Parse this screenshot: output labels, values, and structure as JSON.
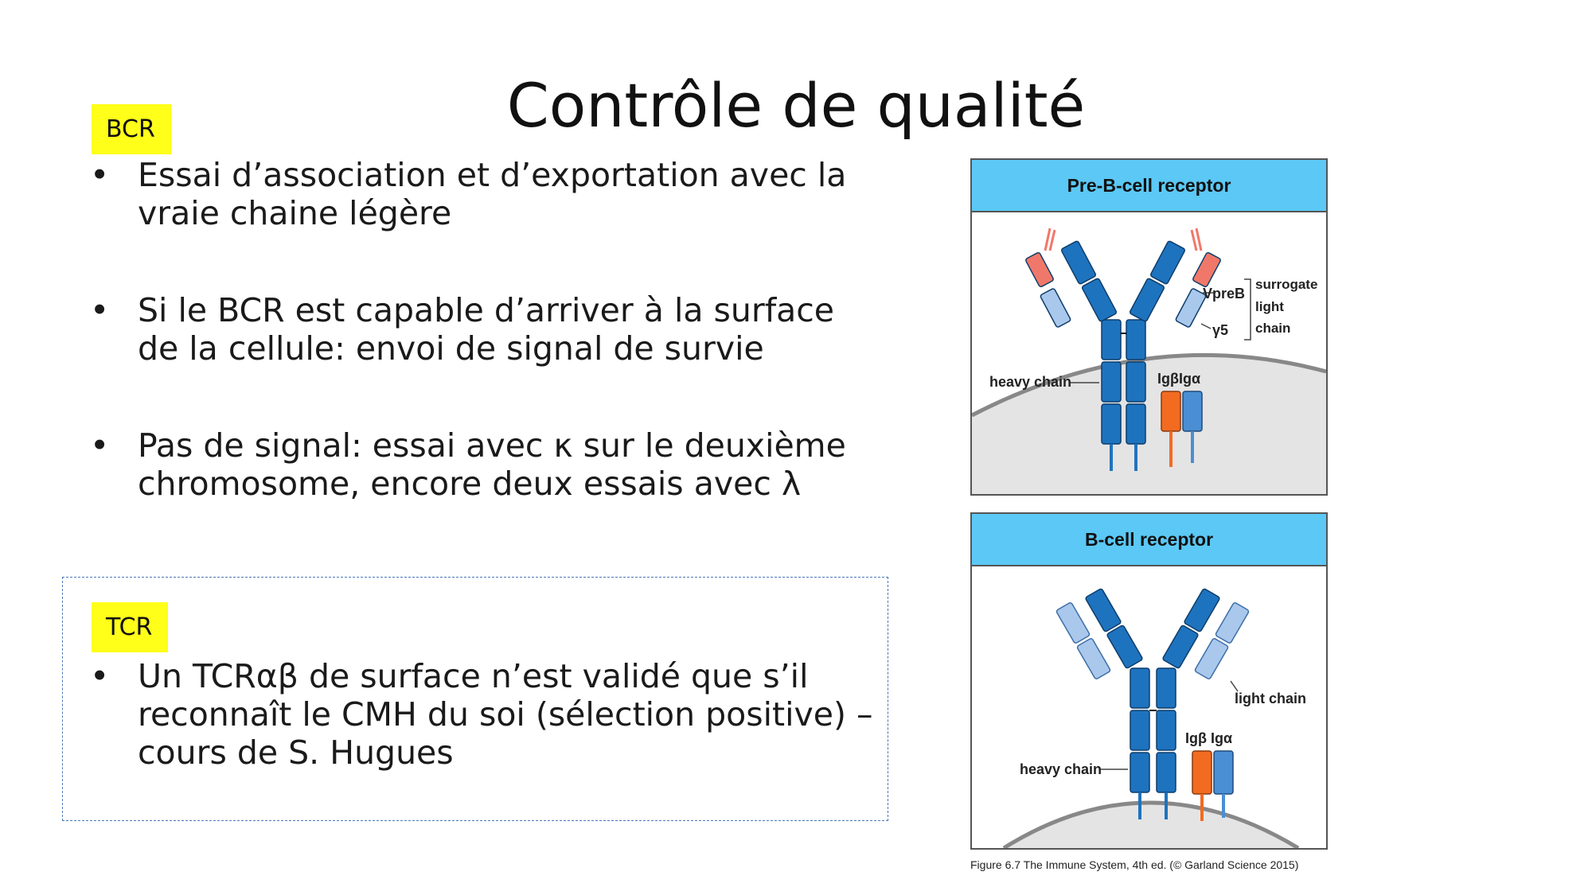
{
  "slide": {
    "title": "Contrôle de qualité",
    "bcr_tag": "BCR",
    "bcr_bullets": [
      "Essai d’association et d’exportation avec la vraie chaine légère",
      "Si le BCR est capable d’arriver à la surface de la cellule: envoi de signal de survie",
      "Pas de signal: essai avec κ sur le deuxième chromosome, encore deux essais avec λ"
    ],
    "tcr_tag": "TCR",
    "tcr_bullets": [
      "Un TCRαβ de surface n’est validé que s’il reconnaît le CMH du soi (sélection positive) – cours de S. Hugues"
    ]
  },
  "figure": {
    "panel1": {
      "title": "Pre-B-cell receptor",
      "label_vpreb": "VpreB",
      "label_l5": "γ5",
      "label_surrogate_1": "surrogate",
      "label_surrogate_2": "light",
      "label_surrogate_3": "chain",
      "label_heavy": "heavy chain",
      "label_ig": "IgβIgα"
    },
    "panel2": {
      "title": "B-cell receptor",
      "label_light": "light chain",
      "label_heavy": "heavy chain",
      "label_ig": "Igβ Igα"
    },
    "caption": "Figure 6.7 The Immune System, 4th ed. (© Garland Science 2015)"
  },
  "colors": {
    "heavy_chain": "#1e73be",
    "light_chain": "#a9c8ec",
    "surrogate": "#f0786a",
    "ig_beta": "#f26b21",
    "ig_alpha": "#4a8fd4",
    "panel_header": "#5bc8f5",
    "tag_highlight": "#ffff1a"
  }
}
